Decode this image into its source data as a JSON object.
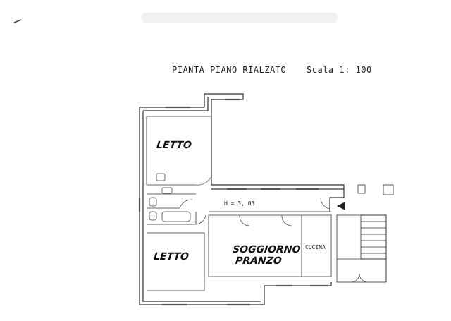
{
  "header": {
    "title": "PIANTA PIANO RIALZATO",
    "scale": "Scala 1: 100"
  },
  "rooms": {
    "letto_top": "LETTO",
    "letto_bottom": "LETTO",
    "soggiorno_line1": "SOGGIORNO",
    "soggiorno_line2": "PRANZO",
    "cucina": "CUCINA"
  },
  "annotations": {
    "ceiling_height": "H = 3, 03"
  }
}
